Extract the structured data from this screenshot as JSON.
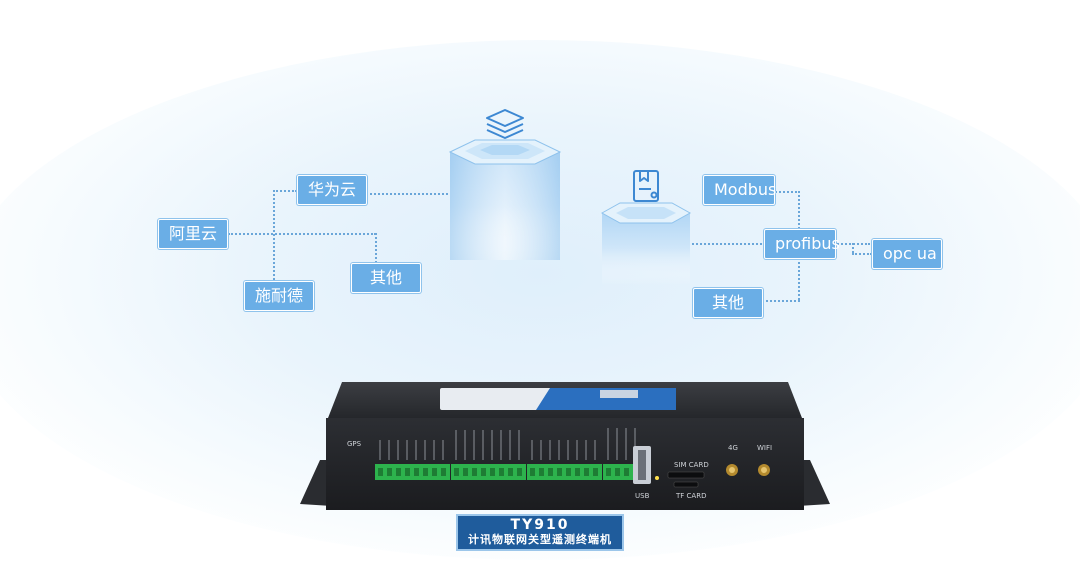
{
  "left_group": {
    "tags": {
      "huawei": "华为云",
      "aliyun": "阿里云",
      "schneider": "施耐德",
      "other": "其他"
    }
  },
  "right_group": {
    "tags": {
      "modbus": "Modbus",
      "profibus": "profibus",
      "opcua": "opc ua",
      "other": "其他"
    }
  },
  "device": {
    "labels": {
      "gps": "GPS",
      "usb": "USB",
      "sim": "SIM CARD",
      "tf": "TF CARD",
      "g4": "4G",
      "wifi": "WIFI"
    }
  },
  "model": {
    "name": "TY910",
    "desc": "计讯物联网关型遥测终端机"
  },
  "colors": {
    "tag_bg": "#6aaee6",
    "line": "#6aa6d9",
    "model_bg": "#1f5c9c"
  },
  "icons": [
    "layers-icon",
    "document-icon"
  ]
}
